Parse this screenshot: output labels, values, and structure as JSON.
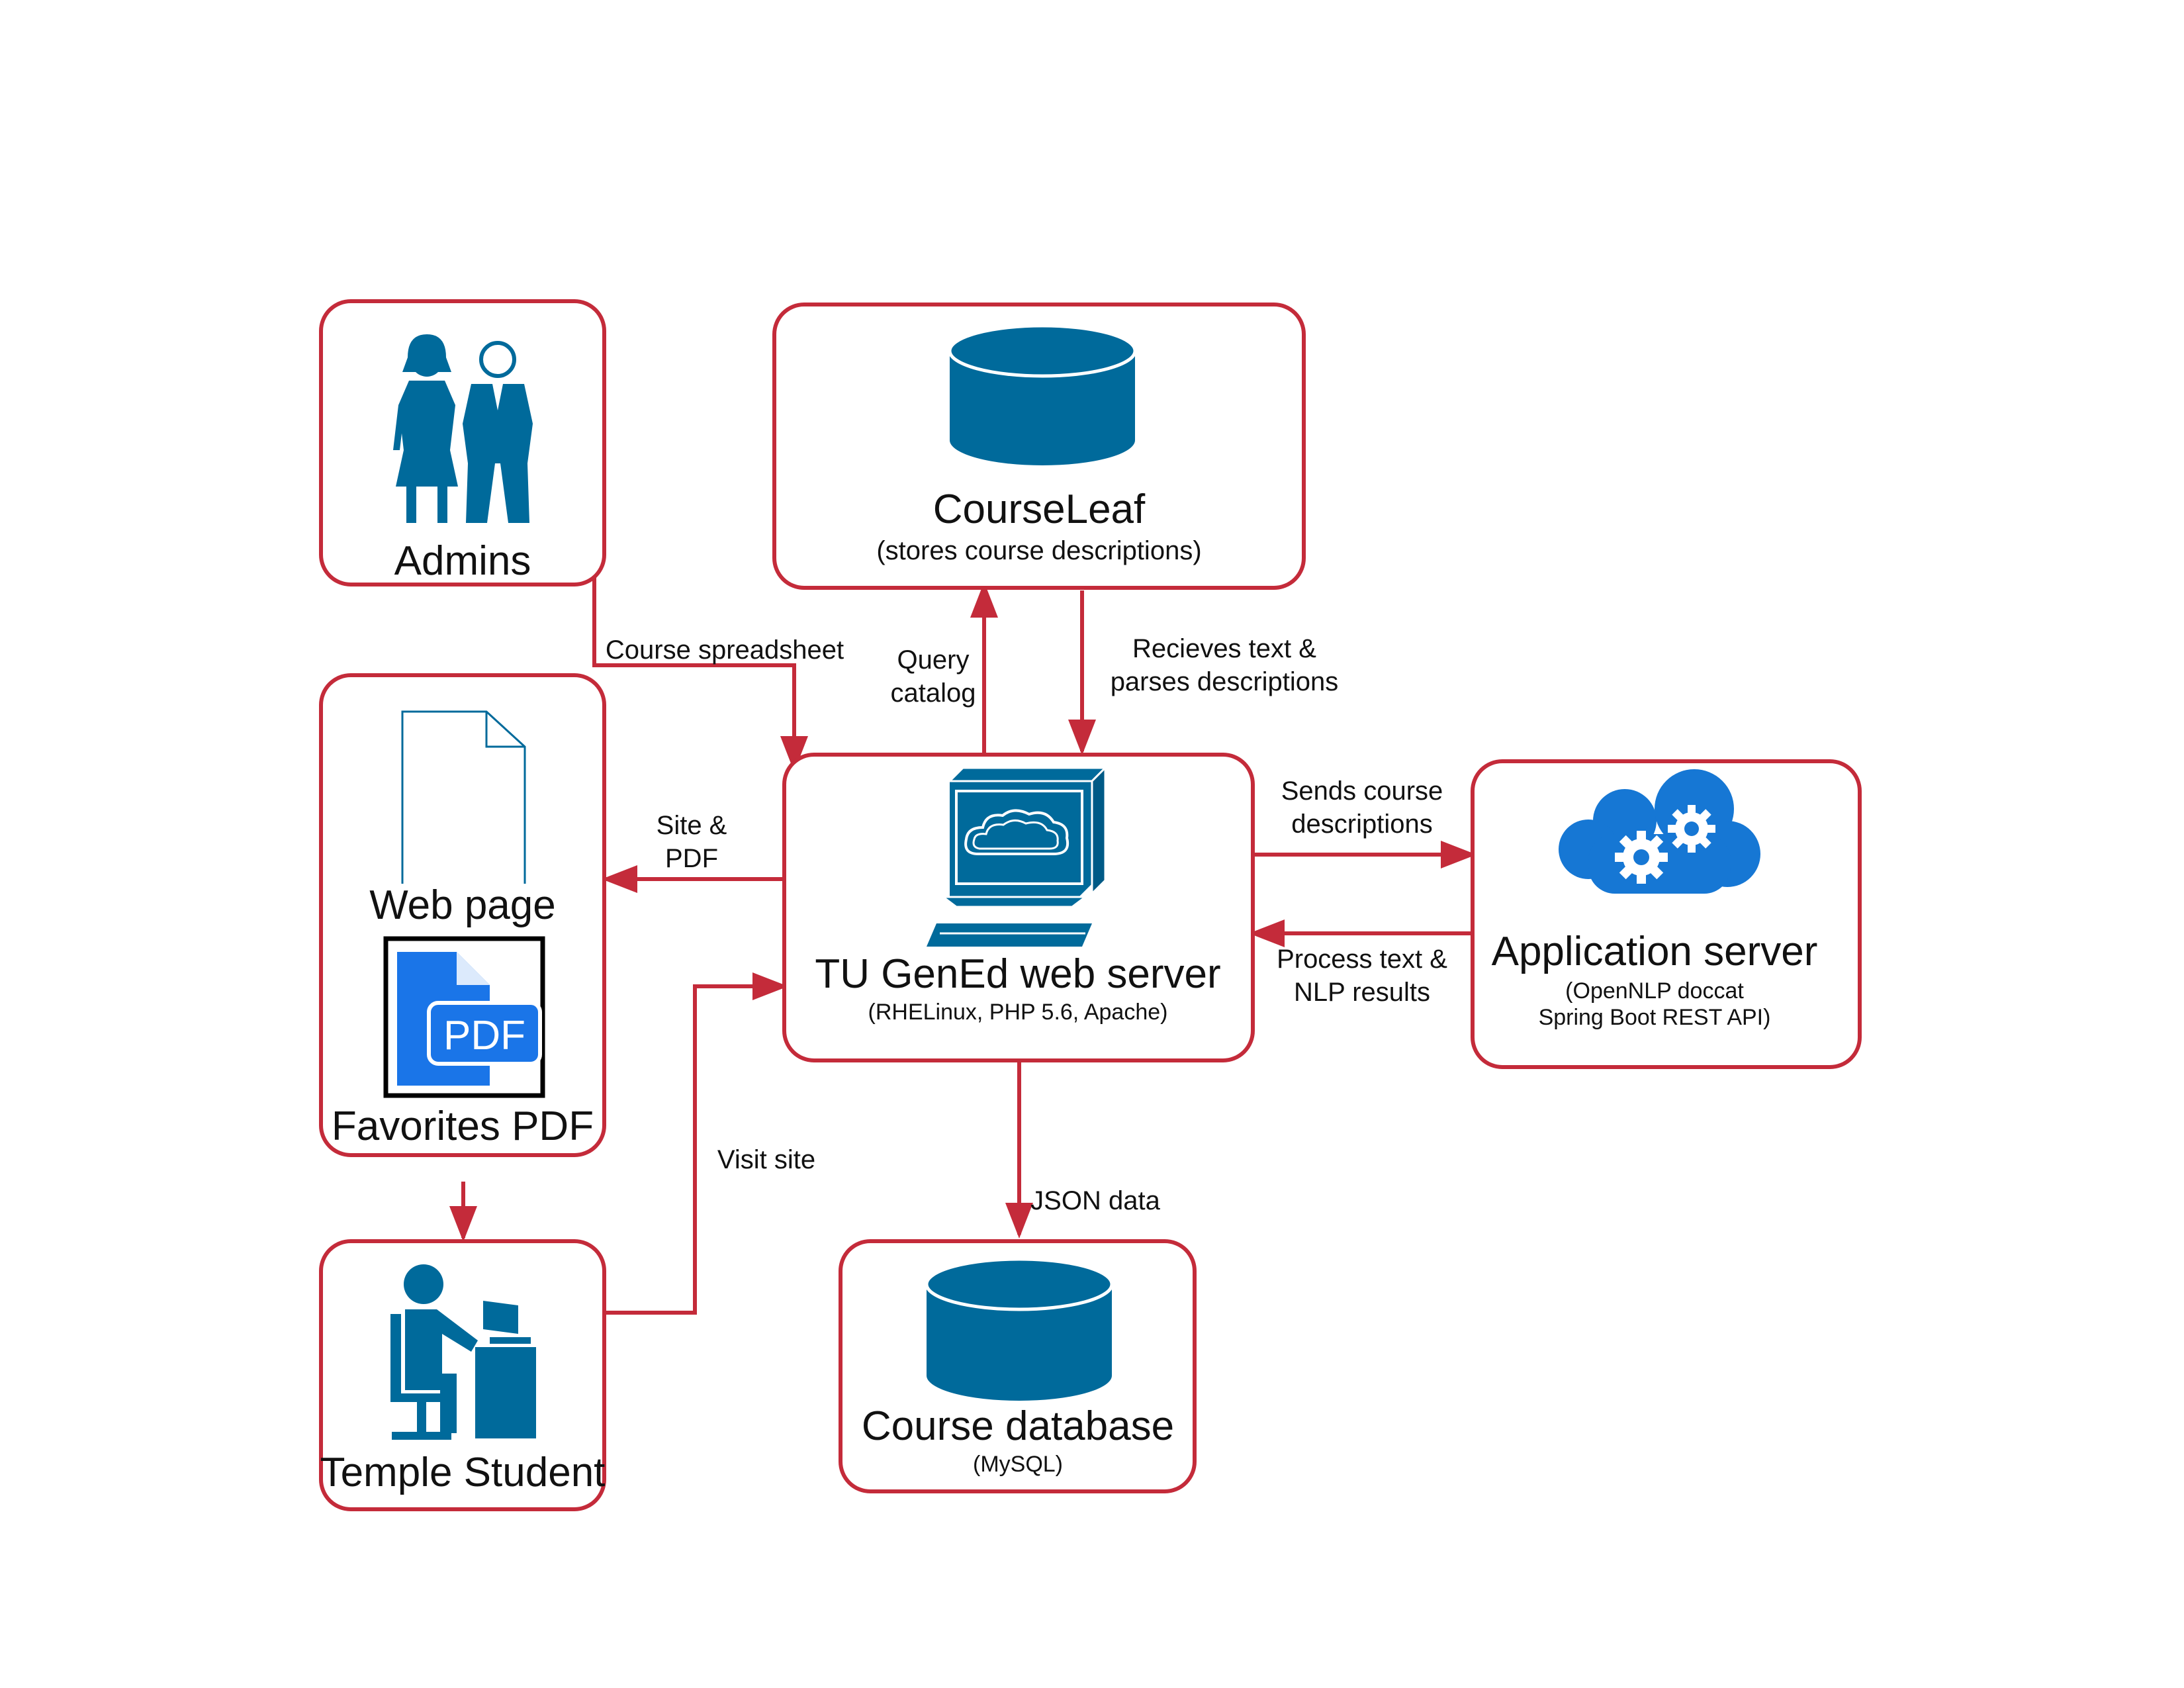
{
  "colors": {
    "border": "#c42b3a",
    "arrow": "#c42b3a",
    "icon_blue": "#006a9b",
    "pdf_blue": "#1a75e8",
    "cloud_blue": "#1677d4",
    "text": "#111111"
  },
  "nodes": {
    "admins": {
      "title": "Admins",
      "icon": "people-icon"
    },
    "courseleaf": {
      "title": "CourseLeaf",
      "subtitle": "(stores course descriptions)",
      "icon": "database-icon"
    },
    "webpage": {
      "title": "Web page",
      "icon": "document-icon"
    },
    "favorites": {
      "title": "Favorites PDF",
      "icon": "pdf-icon",
      "icon_text": "PDF"
    },
    "webserver": {
      "title": "TU GenEd web server",
      "subtitle": "(RHELinux, PHP 5.6, Apache)",
      "icon": "computer-icon"
    },
    "appserver": {
      "title": "Application server",
      "subtitle_lines": [
        "(OpenNLP doccat",
        "Spring Boot REST API)"
      ],
      "icon": "cloud-gears-icon"
    },
    "student": {
      "title": "Temple Student",
      "icon": "student-desk-icon"
    },
    "coursedb": {
      "title": "Course database",
      "subtitle": "(MySQL)",
      "icon": "database-icon"
    }
  },
  "edges": {
    "course_spreadsheet": {
      "label": "Course spreadsheet"
    },
    "query_catalog": {
      "label_lines": [
        "Query",
        "catalog"
      ]
    },
    "receives_text": {
      "label_lines": [
        "Recieves text &",
        "parses descriptions"
      ]
    },
    "site_pdf": {
      "label_lines": [
        "Site &",
        "PDF"
      ]
    },
    "sends_course": {
      "label_lines": [
        "Sends course",
        "descriptions"
      ]
    },
    "process_text": {
      "label_lines": [
        "Process text &",
        "NLP results"
      ]
    },
    "visit_site": {
      "label": "Visit site"
    },
    "json_data": {
      "label": "JSON data"
    }
  }
}
